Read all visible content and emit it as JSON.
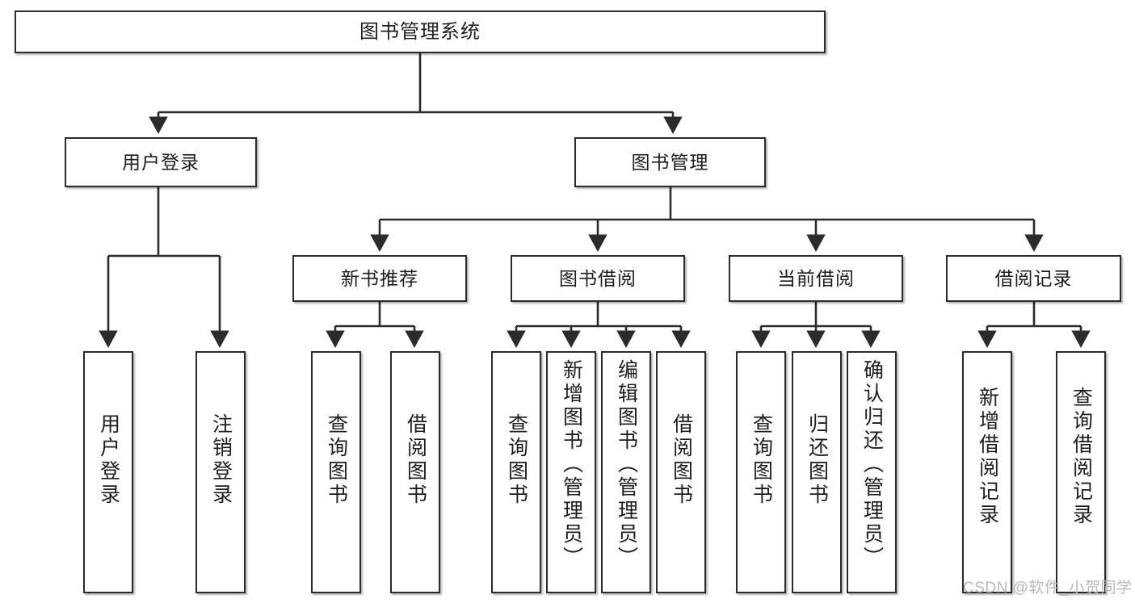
{
  "diagram": {
    "title": "图书管理系统",
    "type": "tree-hierarchy-diagram",
    "colors": {
      "box_border": "#2b2b2b",
      "box_fill": "#ffffff",
      "edge": "#2b2b2b",
      "text": "#1d1d1d",
      "watermark": "#b8b8b8"
    },
    "root": {
      "label": "图书管理系统"
    },
    "level1": [
      {
        "label": "用户登录"
      },
      {
        "label": "图书管理"
      }
    ],
    "level2": [
      {
        "label": "新书推荐"
      },
      {
        "label": "图书借阅"
      },
      {
        "label": "当前借阅"
      },
      {
        "label": "借阅记录"
      }
    ],
    "leaves": {
      "user_login": [
        {
          "label": "用户登录"
        },
        {
          "label": "注销登录"
        }
      ],
      "new_book_recommend": [
        {
          "label": "查询图书"
        },
        {
          "label": "借阅图书"
        }
      ],
      "book_borrow": [
        {
          "label": "查询图书"
        },
        {
          "label": "新增图书（管理员）"
        },
        {
          "label": "编辑图书（管理员）"
        },
        {
          "label": "借阅图书"
        }
      ],
      "current_borrow": [
        {
          "label": "查询图书"
        },
        {
          "label": "归还图书"
        },
        {
          "label": "确认归还（管理员）"
        }
      ],
      "borrow_record": [
        {
          "label": "新增借阅记录"
        },
        {
          "label": "查询借阅记录"
        }
      ]
    }
  },
  "watermark": {
    "text": "CSDN @软件_小贺同学"
  }
}
